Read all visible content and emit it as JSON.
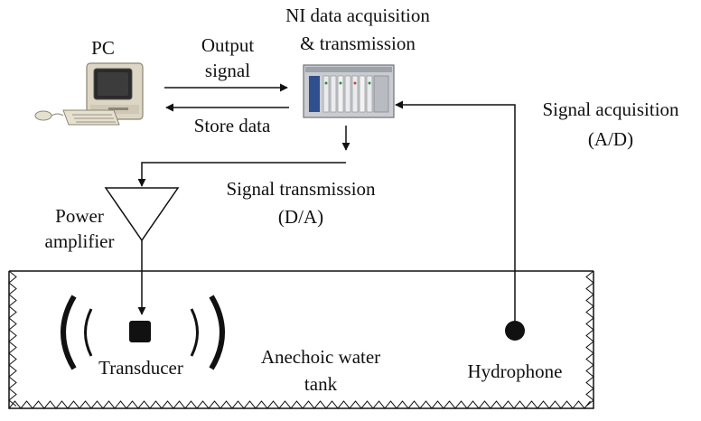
{
  "diagram": {
    "pc_label": "PC",
    "ni_label_line1": "NI data acquisition",
    "ni_label_line2": "& transmission",
    "output_signal_line1": "Output",
    "output_signal_line2": "signal",
    "store_data": "Store data",
    "signal_acquisition_line1": "Signal acquisition",
    "signal_acquisition_line2": "(A/D)",
    "signal_transmission_line1": "Signal transmission",
    "signal_transmission_line2": "(D/A)",
    "power_amplifier_line1": "Power",
    "power_amplifier_line2": "amplifier",
    "transducer": "Transducer",
    "tank_line1": "Anechoic water",
    "tank_line2": "tank",
    "hydrophone": "Hydrophone"
  },
  "colors": {
    "line": "#111111",
    "pc_beige": "#ddd6c4",
    "ni_chassis": "#c9ccd1",
    "ni_accent": "#2f4f8f"
  },
  "icons": [
    "pc-icon",
    "ni-chassis-icon",
    "amplifier-triangle-icon",
    "transducer-icon",
    "hydrophone-icon"
  ]
}
